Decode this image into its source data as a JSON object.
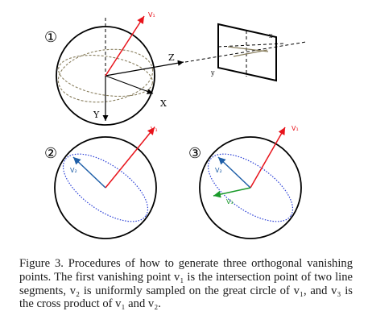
{
  "figure": {
    "panel1": {
      "number": "①",
      "v1_label": "V₁",
      "axis_z": "Z",
      "axis_x": "X",
      "axis_y": "Y",
      "plane_x": "x",
      "plane_y": "y"
    },
    "panel2": {
      "number": "②",
      "v1_label": "V₁",
      "v2_label": "V₂"
    },
    "panel3": {
      "number": "③",
      "v1_label": "V₁",
      "v2_label": "V₂",
      "v3_label": "V₃"
    },
    "colors": {
      "v1": "#e8131b",
      "v2": "#1f5fa8",
      "v3": "#1a9a2a",
      "circle_dotted": "#2a3fd6",
      "ellipse_dashed": "#8a8060",
      "outline": "#000000"
    }
  },
  "caption": {
    "text": "Figure 3. Procedures of how to generate three orthogonal vanishing points. The first vanishing point v₁ is the intersection point of two line segments, v₂ is uniformly sampled on the great circle of v₁, and v₃ is the cross product of v₁ and v₂."
  }
}
